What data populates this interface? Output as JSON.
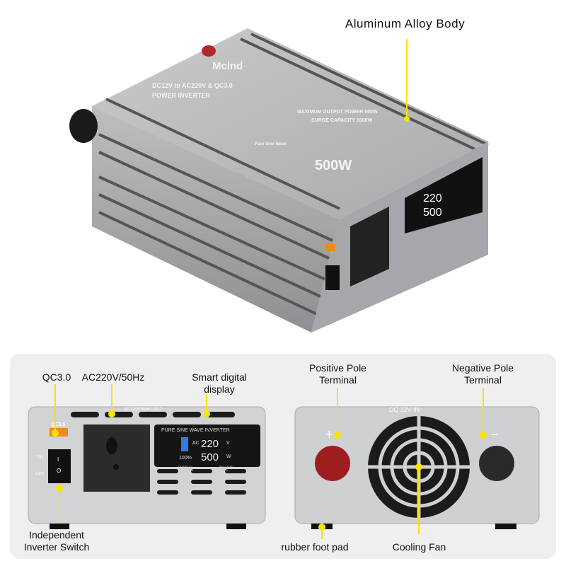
{
  "colors": {
    "accent": "#f7e400",
    "body": "#b9babc",
    "panel": "#efefef",
    "display": "#111111",
    "usb": "#f08a1c"
  },
  "product": {
    "brand": "Mclnd",
    "line1": "DC12V to AC220V & QC3.0",
    "line2": "POWER INVERTER",
    "spec1": "MAXIMUM OUTPUT POWER 500W",
    "spec2": "SURGE CAPACITY 1000W",
    "wave": "Pure Sine Wave",
    "power": "500W"
  },
  "display": {
    "title": "PURE SINE WAVE INVERTER",
    "ac_prefix": "AC",
    "voltage": "220",
    "voltage_unit": "V",
    "watts": "500",
    "watts_unit": "W",
    "battery": "100%",
    "leg1": "OUTPUT V",
    "leg2": "OUTPUT W",
    "leg3": "BAT LEVEL",
    "leg4": "BAT %"
  },
  "front": {
    "outlet_label": "AC 220V/50Hz OUT",
    "usb_label": "QC3.0",
    "on": "ON",
    "off": "OFF",
    "switch_on": "I",
    "switch_off": "O"
  },
  "rear": {
    "label": "DC 12V IN",
    "plus": "+",
    "minus": "−"
  },
  "callouts": {
    "body": "Aluminum  Alloy  Body",
    "qc": "QC3.0",
    "ac": "AC220V/50Hz",
    "display": "Smart  digital display",
    "switch": "Independent Inverter  Switch",
    "positive": "Positive Pole Terminal",
    "negative": "Negative Pole Terminal",
    "foot": "rubber  foot  pad",
    "fan": "Cooling  Fan"
  }
}
